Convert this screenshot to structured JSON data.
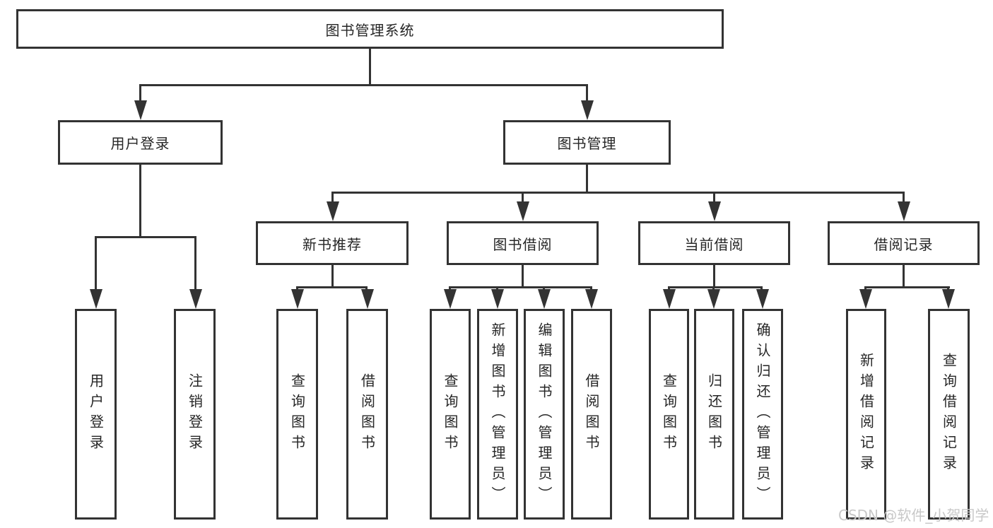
{
  "diagram": {
    "root": {
      "label": "图书管理系统"
    },
    "level2": {
      "user_login": {
        "label": "用户登录"
      },
      "book_mgmt": {
        "label": "图书管理"
      }
    },
    "level3": {
      "new_book_recommend": {
        "label": "新书推荐"
      },
      "book_borrow": {
        "label": "图书借阅"
      },
      "current_borrow": {
        "label": "当前借阅"
      },
      "borrow_record": {
        "label": "借阅记录"
      }
    },
    "leaves": {
      "user_login": {
        "label": "用户登录"
      },
      "logout": {
        "label": "注销登录"
      },
      "nb_query_books": {
        "label": "查询图书"
      },
      "nb_borrow_books": {
        "label": "借阅图书"
      },
      "bb_query_books": {
        "label": "查询图书"
      },
      "bb_add_books": {
        "label": "新增图书（管理员）"
      },
      "bb_edit_books": {
        "label": "编辑图书（管理员）"
      },
      "bb_borrow_books": {
        "label": "借阅图书"
      },
      "cb_query_books": {
        "label": "查询图书"
      },
      "cb_return_books": {
        "label": "归还图书"
      },
      "cb_confirm_return": {
        "label": "确认归还（管理员）"
      },
      "br_add_record": {
        "label": "新增借阅记录"
      },
      "br_query_record": {
        "label": "查询借阅记录"
      }
    },
    "watermark": {
      "label": "CSDN @软件_小贺同学"
    },
    "colors": {
      "line": "#333333",
      "border": "#333333",
      "text": "#262626",
      "watermark": "#c8c8c8",
      "background": "#ffffff"
    }
  }
}
